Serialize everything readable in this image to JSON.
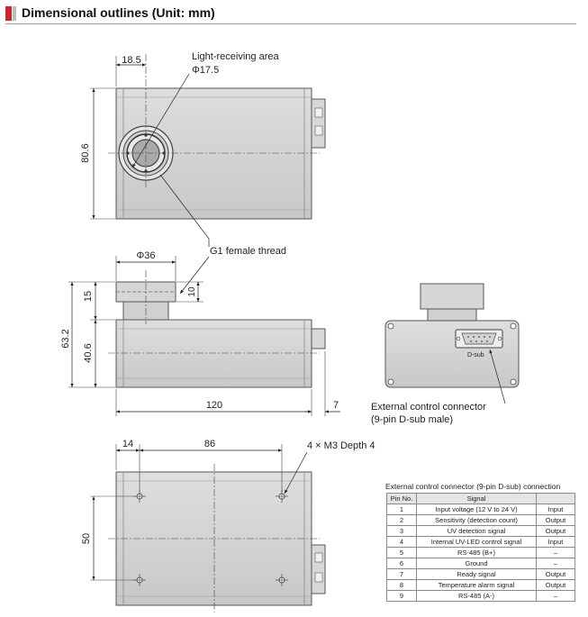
{
  "header": {
    "title": "Dimensional outlines (Unit: mm)"
  },
  "top_view": {
    "dim_18_5": "18.5",
    "dim_80_6": "80.6",
    "light_area_label": "Light-receiving area",
    "light_area_dia": "Φ17.5"
  },
  "side_view": {
    "dim_36": "Φ36",
    "thread_label": "G1 female thread",
    "dim_15": "15",
    "dim_10": "10",
    "dim_63_2": "63.2",
    "dim_40_6": "40.6",
    "dim_120": "120",
    "dim_7": "7"
  },
  "end_view": {
    "dsub_label": "D-sub",
    "connector_label_1": "External control connector",
    "connector_label_2": "(9-pin D-sub male)"
  },
  "bottom_view": {
    "dim_14": "14",
    "dim_86": "86",
    "dim_50": "50",
    "holes_label": "4 × M3 Depth 4"
  },
  "pin_table": {
    "title": "External control connector (9-pin D-sub) connection",
    "headers": [
      "Pin No.",
      "Signal",
      ""
    ],
    "rows": [
      [
        "1",
        "Input voltage (12 V to 24 V)",
        "Input"
      ],
      [
        "2",
        "Sensitivity (detection count)",
        "Output"
      ],
      [
        "3",
        "UV detection signal",
        "Output"
      ],
      [
        "4",
        "Internal UV-LED control signal",
        "Input"
      ],
      [
        "5",
        "RS-485 (B+)",
        "–"
      ],
      [
        "6",
        "Ground",
        "–"
      ],
      [
        "7",
        "Ready signal",
        "Output"
      ],
      [
        "8",
        "Temperature alarm signal",
        "Output"
      ],
      [
        "9",
        "RS-485 (A-)",
        "–"
      ]
    ]
  }
}
